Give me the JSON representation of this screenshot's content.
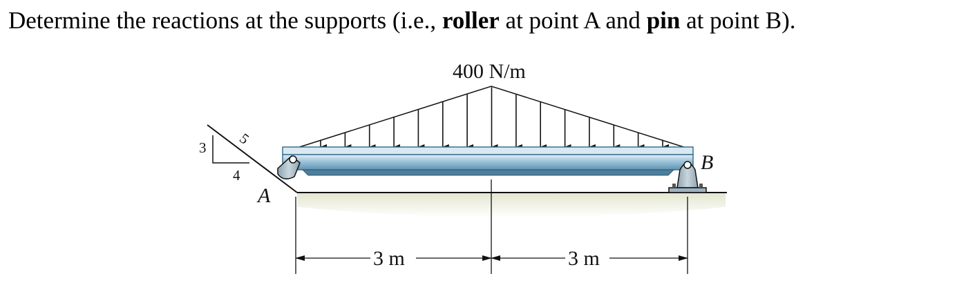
{
  "question": {
    "prefix": "Determine the reactions at the supports (i.e., ",
    "bold1": "roller",
    "mid1": " at point A and ",
    "bold2": "pin",
    "suffix": " at point B)."
  },
  "diagram": {
    "load_label": "400 N/m",
    "point_a": "A",
    "point_b": "B",
    "slope_rise": "3",
    "slope_run": "4",
    "slope_hyp": "5",
    "dim_left": "3 m",
    "dim_right": "3 m",
    "colors": {
      "beam_light": "#cfe3ef",
      "beam_main": "#8fbdd6",
      "beam_dark": "#3d6f8c",
      "support": "#aebfc9",
      "ground_shadow": "#e9ead8"
    }
  }
}
